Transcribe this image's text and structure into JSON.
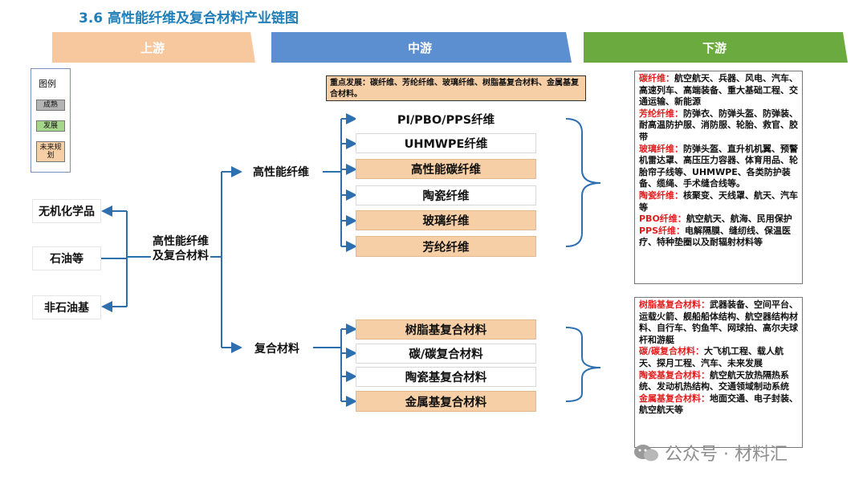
{
  "title": "3.6  高性能纤维及复合材料产业链图",
  "headers": {
    "up": "上游",
    "mid": "中游",
    "down": "下游"
  },
  "colors": {
    "up": "#f7c79e",
    "mid": "#5b8fcf",
    "down": "#6aaa3e",
    "mature": "#b4b4b4",
    "developing": "#a6d68a",
    "future": "#f7cfa6",
    "connector": "#2e6fb0"
  },
  "legend": {
    "title": "图例",
    "items": [
      "成熟",
      "发展",
      "未来规划"
    ]
  },
  "upstream": [
    "无机化学品",
    "石油等",
    "非石油基"
  ],
  "center_node": "高性能纤维及复合材料",
  "branches": {
    "fiber": "高性能纤维",
    "composite": "复合材料"
  },
  "focus_note": "重点发展：碳纤维、芳纶纤维、玻璃纤维、树脂基复合材料、金属基复合材料。",
  "fiber_items": [
    "PI/PBO/PPS纤维",
    "UHMWPE纤维",
    "高性能碳纤维",
    "陶瓷纤维",
    "玻璃纤维",
    "芳纶纤维"
  ],
  "composite_items": [
    "树脂基复合材料",
    "碳/碳复合材料",
    "陶瓷基复合材料",
    "金属基复合材料"
  ],
  "fiber_apps": [
    {
      "name": "碳纤维：",
      "text": "航空航天、兵器、风电、汽车、高速列车、高端装备、重大基础工程、交通运输、新能源"
    },
    {
      "name": "芳纶纤维：",
      "text": "防弹衣、防弹头盔、防弹装、耐高温防护服、消防服、轮胎、救官、胶带"
    },
    {
      "name": "玻璃纤维：",
      "text": "防弹头盔、直升机机翼、预警机雷达罩、高压压力容器、体育用品、轮胎帘子线等、UHMWPE、各类防护装备、缆绳、手术缝合线等。"
    },
    {
      "name": "陶瓷纤维：",
      "text": "核聚变、天线罩、航天、汽车等"
    },
    {
      "name": "PBO纤维：",
      "text": "航空航天、航海、民用保护"
    },
    {
      "name": "PPS纤维：",
      "text": "电解隔膜、缝纫线、保温医疗、特种垫圈以及耐辐射材料等"
    }
  ],
  "composite_apps": [
    {
      "name": "树脂基复合材料：",
      "text": "武器装备、空间平台、运载火箭、舰船船体结构、航空器结构材料、自行车、钓鱼竿、网球拍、高尔夫球杆和游艇"
    },
    {
      "name": "碳/碳复合材料：",
      "text": "大飞机工程、载人航天、探月工程、汽车、未来发展"
    },
    {
      "name": "陶瓷基复合材料：",
      "text": "航空航天放热隔热系统、发动机热结构、交通领域制动系统"
    },
    {
      "name": "金属基复合材料：",
      "text": "地面交通、电子封装、航空航天等"
    }
  ],
  "watermark": "公众号 · 材料汇"
}
